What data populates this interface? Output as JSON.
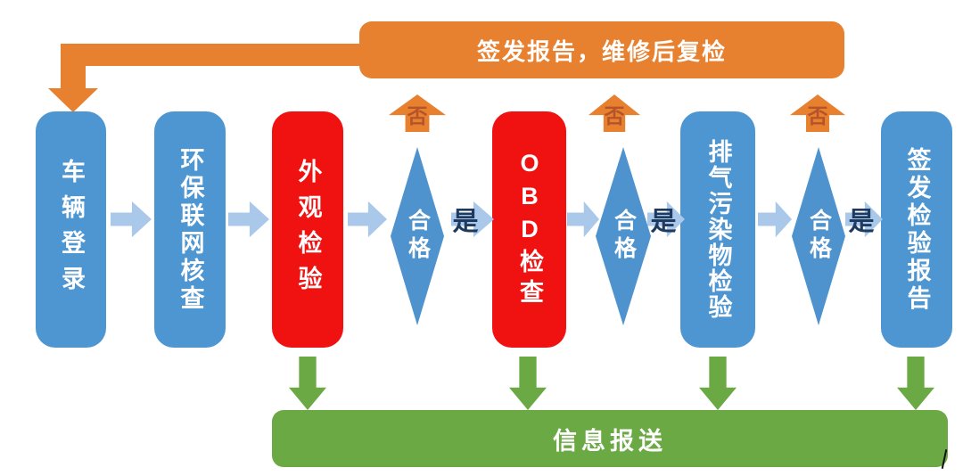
{
  "colors": {
    "node_blue": "#4E96D2",
    "node_red": "#F01111",
    "arrow_light_blue": "#A9C8EA",
    "banner_orange": "#E8812F",
    "no_text_orange": "#B5542A",
    "yes_text_navy": "#1E3A5F",
    "report_green": "#6BA944",
    "text_white": "#FFFFFF"
  },
  "banner": {
    "label": "签发报告，维修后复检"
  },
  "nodes": [
    {
      "label": "车辆登录"
    },
    {
      "label": "环保联网核查"
    },
    {
      "label": "外观检验"
    },
    {
      "label": "OBD检查"
    },
    {
      "label": "排气污染物检验"
    },
    {
      "label": "签发检验报告"
    }
  ],
  "decisions": [
    {
      "label": "合格"
    },
    {
      "label": "合格"
    },
    {
      "label": "合格"
    }
  ],
  "edge_labels": {
    "yes": "是",
    "no": "否"
  },
  "bottom_bar": {
    "label": "信息报送"
  }
}
